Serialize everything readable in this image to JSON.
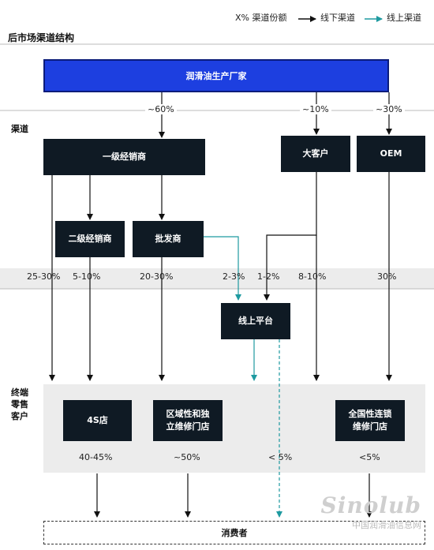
{
  "header": {
    "title": "后市场渠道结构"
  },
  "legend": {
    "share": "X% 渠道份额",
    "offline": "线下渠道",
    "online": "线上渠道"
  },
  "manufacturer": "润滑油生产厂家",
  "side_labels": {
    "channel": "渠道",
    "end_customer": "终端\n零售\n客户"
  },
  "top_shares": {
    "distributor": "~60%",
    "big_client": "~10%",
    "oem": "~30%"
  },
  "nodes": {
    "tier1": "一级经销商",
    "big_client": "大客户",
    "oem": "OEM",
    "tier2": "二级经销商",
    "wholesaler": "批发商",
    "online_platform": "线上平台",
    "shop_4s": "4S店",
    "regional": "区域性和独\n立维修门店",
    "national": "全国性连锁\n维修门店",
    "consumer": "消费者"
  },
  "mid_shares": [
    "25-30%",
    "5-10%",
    "20-30%",
    "2-3%",
    "1-2%",
    "8-10%",
    "30%"
  ],
  "bottom_shares": [
    "40-45%",
    "~50%",
    "< 5%",
    "<5%"
  ],
  "watermark": {
    "logo": "Sinolub",
    "text": "中国润滑油信息网"
  },
  "colors": {
    "manufacturer": "#1d3fe0",
    "node": "#0f1a24",
    "online_line": "#1e9aa0",
    "band": "#ececec"
  }
}
